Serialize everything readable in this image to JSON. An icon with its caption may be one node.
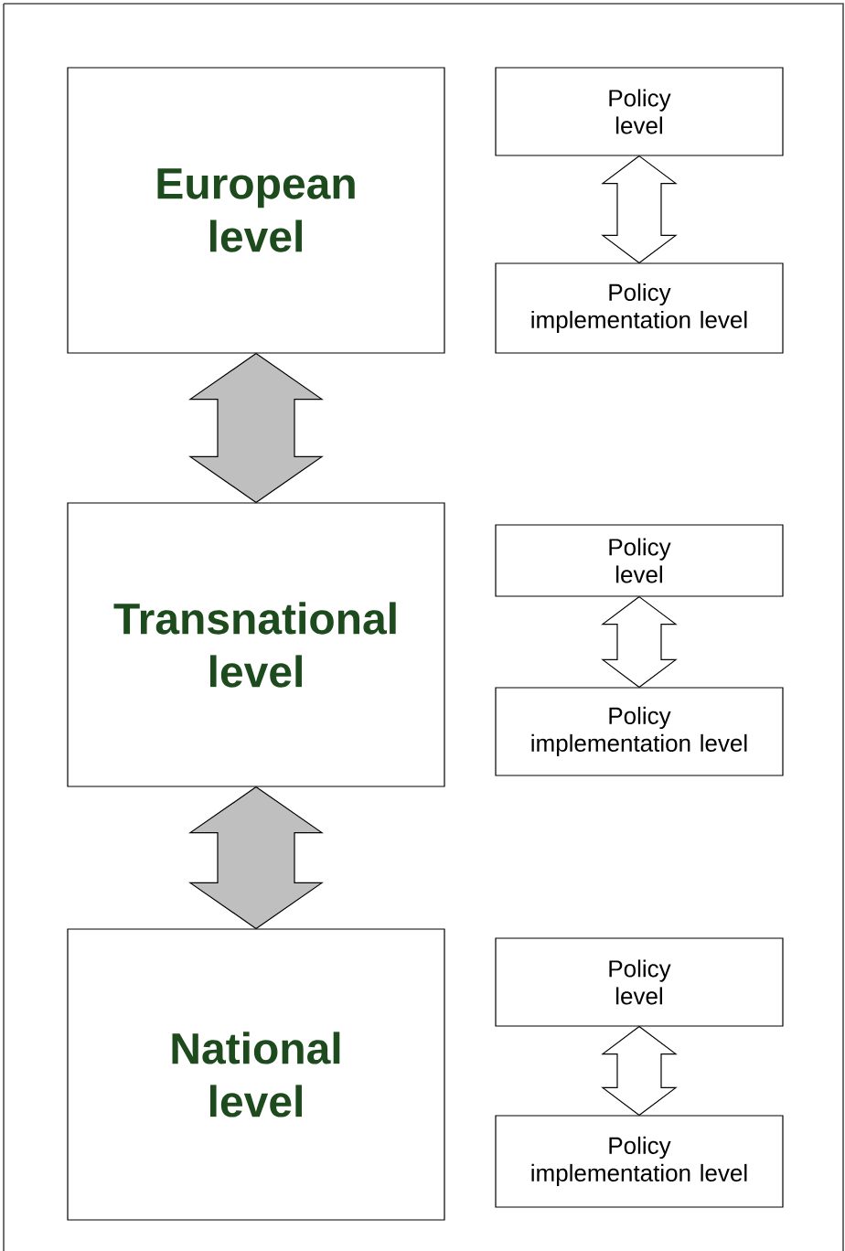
{
  "diagram": {
    "nodes": [
      {
        "text": [
          "European level"
        ]
      },
      {
        "text": [
          "Policy level"
        ]
      },
      {
        "text": [
          "Policy implementation level"
        ]
      },
      {
        "text": [
          "Transnational level"
        ]
      },
      {
        "text": [
          "Policy level"
        ]
      },
      {
        "text": [
          "Policy implementation level"
        ]
      },
      {
        "text": [
          "National level"
        ]
      },
      {
        "text": [
          "Policy level"
        ]
      },
      {
        "text": [
          "Policy implementation level"
        ]
      }
    ],
    "edges": [
      {
        "from": 0,
        "to": 3,
        "arrow": "both",
        "style": "thick"
      },
      {
        "from": 1,
        "to": 2,
        "arrow": "both"
      },
      {
        "from": 3,
        "to": 6,
        "arrow": "both",
        "style": "thick"
      },
      {
        "from": 4,
        "to": 5,
        "arrow": "both"
      },
      {
        "from": 7,
        "to": 8,
        "arrow": "both"
      }
    ]
  }
}
